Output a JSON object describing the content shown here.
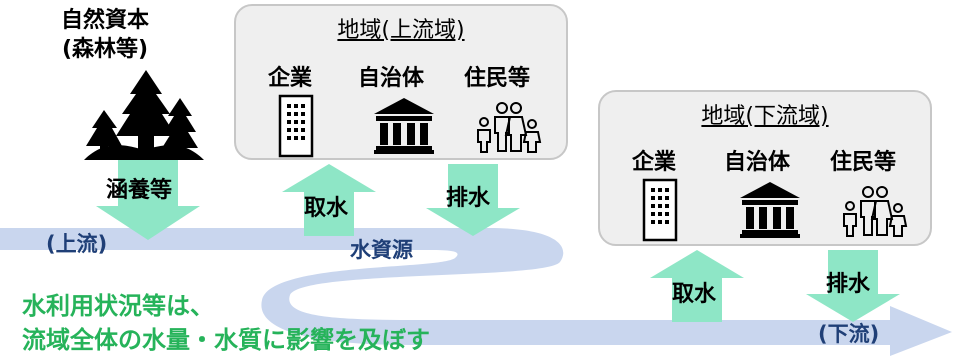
{
  "natural_capital": {
    "title_line1": "自然資本",
    "title_line2": "(森林等)",
    "function_label": "涵養等"
  },
  "upstream": {
    "title": "地域(上流域)",
    "company": "企業",
    "municipality": "自治体",
    "residents": "住民等",
    "intake_label": "取水",
    "discharge_label": "排水"
  },
  "downstream": {
    "title": "地域(下流域)",
    "company": "企業",
    "municipality": "自治体",
    "residents": "住民等",
    "intake_label": "取水",
    "discharge_label": "排水"
  },
  "river": {
    "upstream_label": "(上流)",
    "resource_label": "水資源",
    "downstream_label": "(下流)"
  },
  "message": {
    "line1": "水利用状況等は、",
    "line2": "流域全体の水量・水質に影響を及ぼす"
  },
  "colors": {
    "river": "#c9d6ee",
    "arrow": "#8ee6c6",
    "message_text": "#26b35a",
    "region_fill": "#efefef",
    "region_border": "#c7c7c7"
  }
}
